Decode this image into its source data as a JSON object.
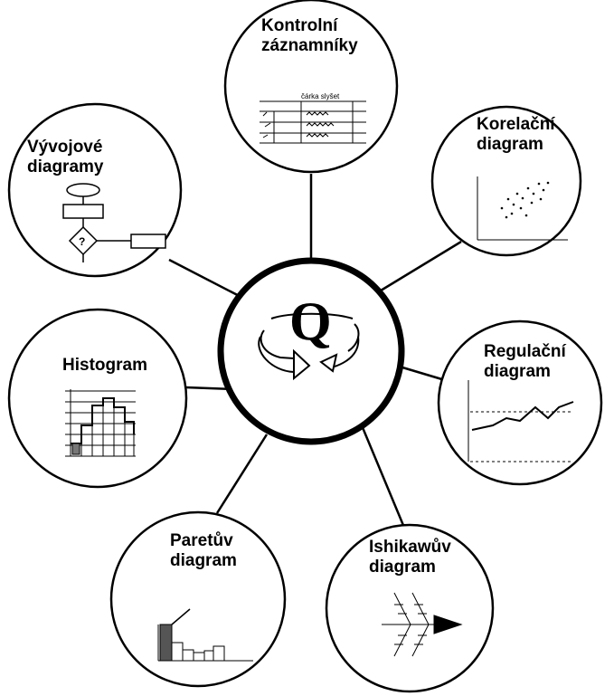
{
  "center": {
    "letter": "Q"
  },
  "tools": [
    {
      "id": "kontrolni",
      "line1": "Kontrolní",
      "line2": "záznamníky"
    },
    {
      "id": "korelacni",
      "line1": "Korelační",
      "line2": "diagram"
    },
    {
      "id": "regulacni",
      "line1": "Regulační",
      "line2": "diagram"
    },
    {
      "id": "ishikawuv",
      "line1": "Ishikawův",
      "line2": "diagram"
    },
    {
      "id": "paretuv",
      "line1": "Paretův",
      "line2": "diagram"
    },
    {
      "id": "histogram",
      "line1": "Histogram",
      "line2": ""
    },
    {
      "id": "vyvojove",
      "line1": "Vývojové",
      "line2": "diagramy"
    }
  ],
  "sketch": {
    "sheet_header": "čárka  slyšet",
    "flow_decision": "?"
  },
  "colors": {
    "ink": "#000000",
    "background": "#ffffff"
  }
}
